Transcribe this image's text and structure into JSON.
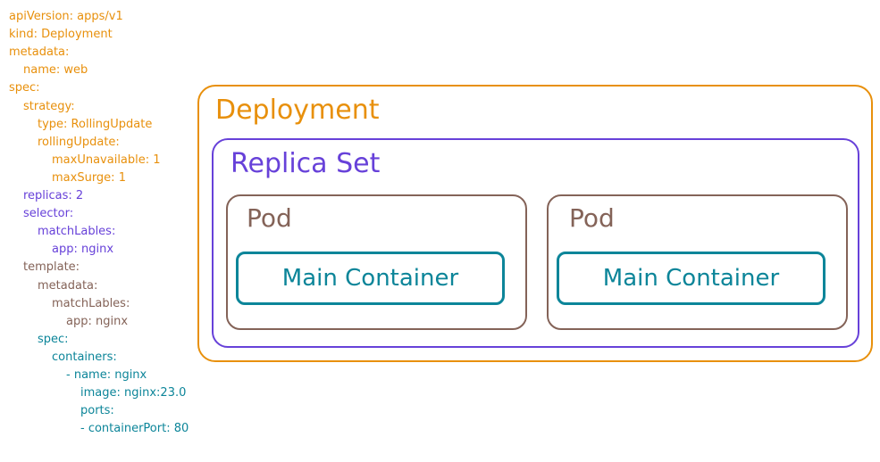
{
  "yaml_lines": [
    {
      "text": "apiVersion: apps/v1",
      "indent": 0,
      "color": "#e8900c"
    },
    {
      "text": "kind: Deployment",
      "indent": 0,
      "color": "#e8900c"
    },
    {
      "text": "metadata:",
      "indent": 0,
      "color": "#e8900c"
    },
    {
      "text": "name: web",
      "indent": 1,
      "color": "#e8900c"
    },
    {
      "text": "spec:",
      "indent": 0,
      "color": "#e8900c"
    },
    {
      "text": "strategy:",
      "indent": 1,
      "color": "#e8900c"
    },
    {
      "text": "type: RollingUpdate",
      "indent": 2,
      "color": "#e8900c"
    },
    {
      "text": "rollingUpdate:",
      "indent": 2,
      "color": "#e8900c"
    },
    {
      "text": "maxUnavailable: 1",
      "indent": 3,
      "color": "#e8900c"
    },
    {
      "text": "maxSurge: 1",
      "indent": 3,
      "color": "#e8900c"
    },
    {
      "text": "replicas: 2",
      "indent": 1,
      "color": "#6741d9"
    },
    {
      "text": "selector:",
      "indent": 1,
      "color": "#6741d9"
    },
    {
      "text": "matchLables:",
      "indent": 2,
      "color": "#6741d9"
    },
    {
      "text": "app: nginx",
      "indent": 3,
      "color": "#6741d9"
    },
    {
      "text": "template:",
      "indent": 1,
      "color": "#846358"
    },
    {
      "text": "metadata:",
      "indent": 2,
      "color": "#846358"
    },
    {
      "text": "matchLables:",
      "indent": 3,
      "color": "#846358"
    },
    {
      "text": "app: nginx",
      "indent": 4,
      "color": "#846358"
    },
    {
      "text": "spec:",
      "indent": 2,
      "color": "#0c8599"
    },
    {
      "text": "containers:",
      "indent": 3,
      "color": "#0c8599"
    },
    {
      "text": "- name: nginx",
      "indent": 4,
      "color": "#0c8599"
    },
    {
      "text": "image: nginx:23.0",
      "indent": 5,
      "color": "#0c8599"
    },
    {
      "text": "ports:",
      "indent": 5,
      "color": "#0c8599"
    },
    {
      "text": "- containerPort: 80",
      "indent": 5,
      "color": "#0c8599"
    }
  ],
  "diagram": {
    "deployment_label": "Deployment",
    "replicaset_label": "Replica Set",
    "pods": [
      {
        "label": "Pod",
        "container_label": "Main Container"
      },
      {
        "label": "Pod",
        "container_label": "Main Container"
      }
    ]
  },
  "colors": {
    "deployment": "#e8900c",
    "replicaset": "#6741d9",
    "pod": "#846358",
    "container": "#0c8599"
  }
}
